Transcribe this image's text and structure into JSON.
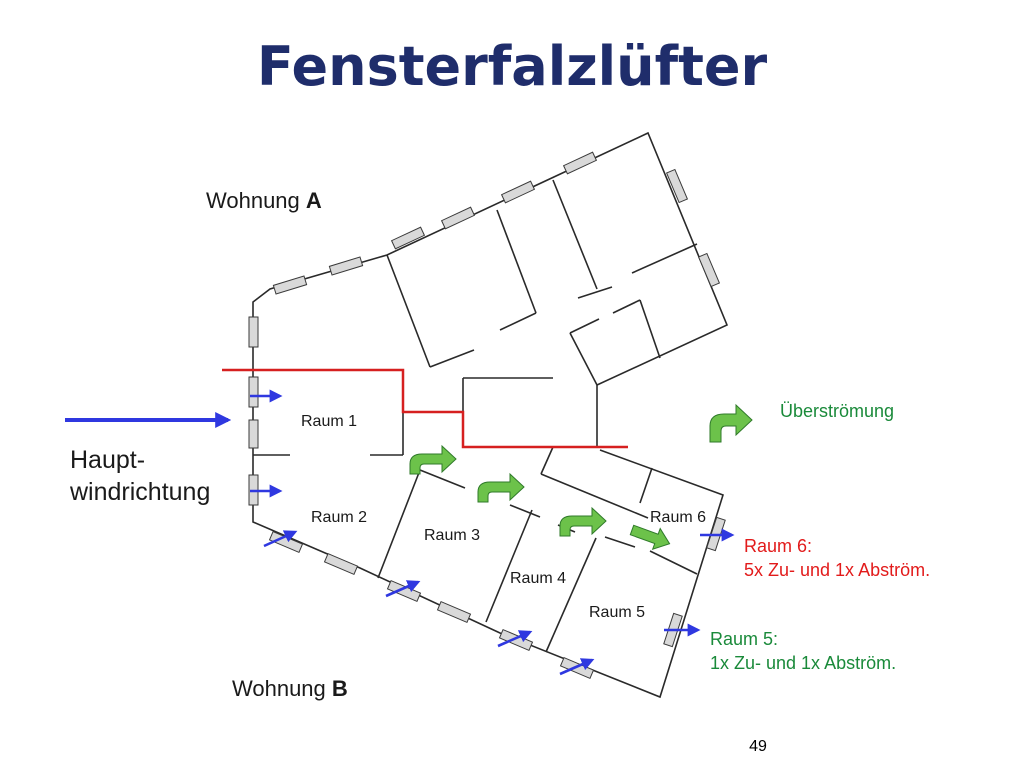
{
  "slide": {
    "title": "Fensterfalzlüfter",
    "page_number": "49"
  },
  "apartments": {
    "a": {
      "prefix": "Wohnung ",
      "letter": "A"
    },
    "b": {
      "prefix": "Wohnung ",
      "letter": "B"
    }
  },
  "rooms": {
    "raum1": "Raum 1",
    "raum2": "Raum 2",
    "raum3": "Raum 3",
    "raum4": "Raum 4",
    "raum5": "Raum 5",
    "raum6": "Raum 6"
  },
  "wind": {
    "line1": "Haupt-",
    "line2": "windrichtung"
  },
  "legend": {
    "overflow_label": "Überströmung"
  },
  "notes": {
    "raum6": {
      "line1": "Raum 6:",
      "line2": "5x Zu- und 1x Abström."
    },
    "raum5": {
      "line1": "Raum 5:",
      "line2": "1x Zu- und 1x Abström."
    }
  },
  "colors": {
    "title": "#1f2d6b",
    "wall": "#2a2a2a",
    "window": "#d9d9d9",
    "boundary": "#d62020",
    "airflow_arrow": "#2f38e0",
    "overflow_arrow": "#6cc24a",
    "note_raum6": "#e21b1b",
    "note_raum5": "#1a8a3a"
  },
  "icons": {
    "airflow": "blue-arrow-icon",
    "overflow": "green-curved-arrow-icon",
    "window": "window-vent-icon"
  }
}
